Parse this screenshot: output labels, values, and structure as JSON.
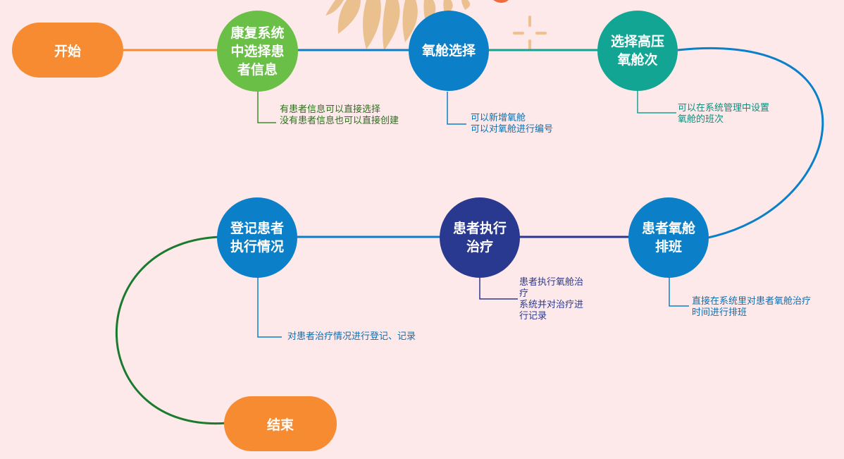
{
  "colors": {
    "background": "#fde9ea",
    "orange": "#f68b32",
    "green": "#6abf46",
    "blue": "#0b80c9",
    "teal": "#12a593",
    "navy": "#2a3990",
    "dark_green": "#1a7a2e",
    "petal": "#eac18e"
  },
  "nodes": {
    "start": "开始",
    "select_patient": "康复系统\n中选择患\n者信息",
    "chamber_select": "氧舱选择",
    "select_session": "选择高压\n氧舱次",
    "schedule": "患者氧舱\n排班",
    "execute": "患者执行\n治疗",
    "register": "登记患者\n执行情况",
    "end": "结束"
  },
  "notes": {
    "select_patient": "有患者信息可以直接选择\n没有患者信息也可以直接创建",
    "chamber_select": "可以新增氧舱\n可以对氧舱进行编号",
    "select_session": "可以在系统管理中设置\n氧舱的班次",
    "schedule": "直接在系统里对患者氧舱治疗\n时间进行排班",
    "execute": "患者执行氧舱治\n疗\n系统并对治疗进\n行记录",
    "register": "对患者治疗情况进行登记、记录"
  }
}
